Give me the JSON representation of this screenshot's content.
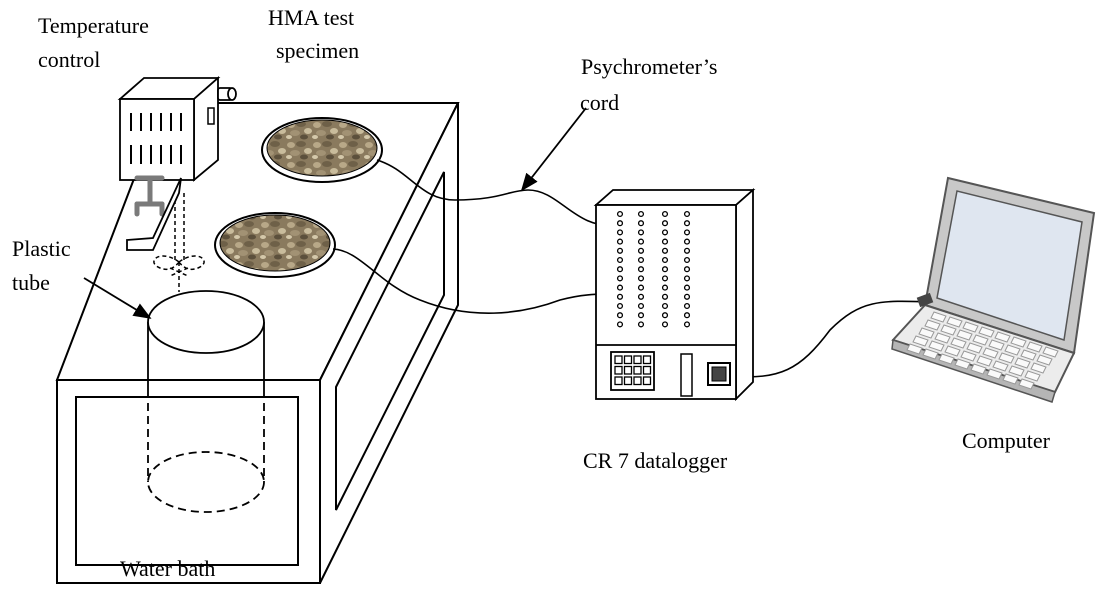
{
  "labels": {
    "temperature_control": [
      "Temperature",
      "control"
    ],
    "hma_specimen": [
      "HMA test",
      "specimen"
    ],
    "psychrometer_cord": [
      "Psychrometer’s",
      "cord"
    ],
    "plastic_tube": [
      "Plastic",
      "tube"
    ],
    "water_bath": "Water bath",
    "datalogger": "CR 7 datalogger",
    "computer": "Computer"
  }
}
